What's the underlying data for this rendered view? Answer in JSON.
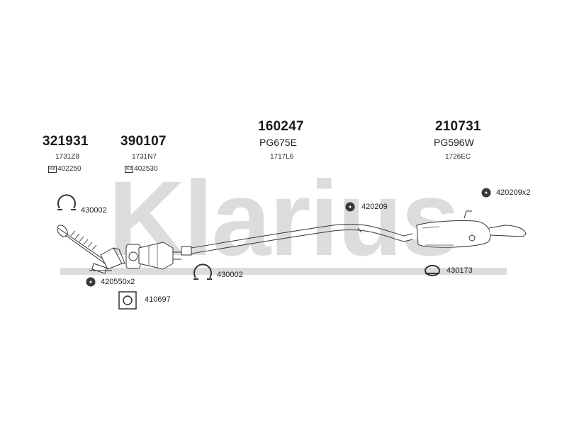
{
  "watermark": {
    "text": "Klarius"
  },
  "parts": {
    "p321931": {
      "number": "321931",
      "sub": "1731Z8",
      "kit_label": "Kit",
      "kit": "402250"
    },
    "p390107": {
      "number": "390107",
      "sub": "1731N7",
      "kit_label": "Kit",
      "kit": "402530"
    },
    "p160247": {
      "number": "160247",
      "ref": "PG675E",
      "sub": "1717L6"
    },
    "p210731": {
      "number": "210731",
      "ref": "PG596W",
      "sub": "1726EC"
    }
  },
  "fittings": {
    "clamp_a": "430002",
    "rubber_a": "420209",
    "rubber_b": "420209x2",
    "clamp_b": "430002",
    "clamp_c": "430173",
    "nut": "420550x2",
    "gasket": "410697"
  },
  "colors": {
    "watermark": "#d9d9d9",
    "line": "#333333",
    "part": "#555555",
    "rubber": "#3a3a3a"
  }
}
